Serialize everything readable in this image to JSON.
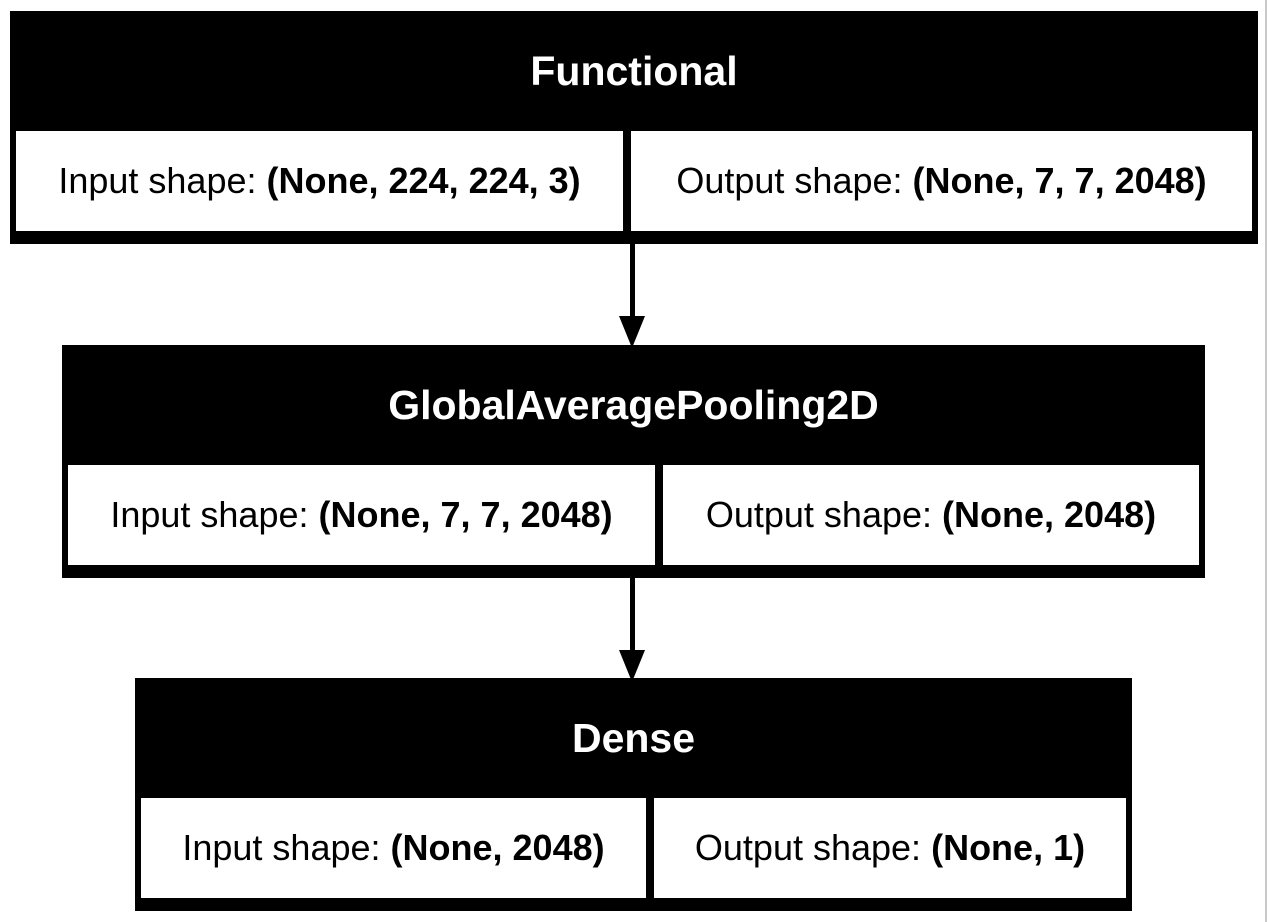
{
  "nodes": [
    {
      "title": "Functional",
      "input_label": "Input shape:",
      "input_value": "(None, 224, 224, 3)",
      "output_label": "Output shape:",
      "output_value": "(None, 7, 7, 2048)"
    },
    {
      "title": "GlobalAveragePooling2D",
      "input_label": "Input shape:",
      "input_value": "(None, 7, 7, 2048)",
      "output_label": "Output shape:",
      "output_value": "(None, 2048)"
    },
    {
      "title": "Dense",
      "input_label": "Input shape:",
      "input_value": "(None, 2048)",
      "output_label": "Output shape:",
      "output_value": "(None, 1)"
    }
  ]
}
